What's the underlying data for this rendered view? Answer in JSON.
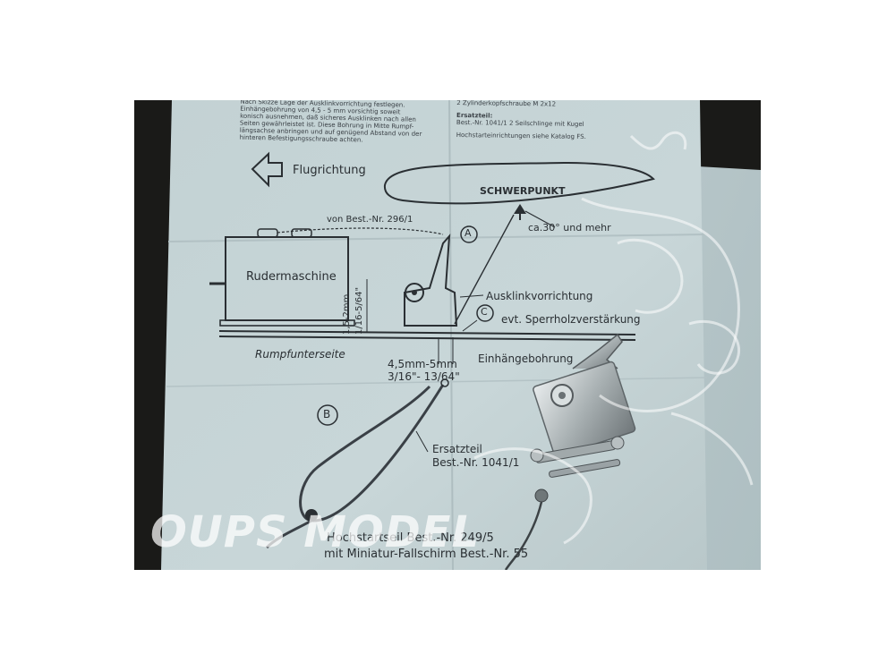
{
  "photo": {
    "subject": "photo of instruction sheet with release hook hardware"
  },
  "instructions_left": [
    "Nach Skizze Lage der Ausklinkvorrichtung festlegen.",
    "Einhängebohrung von 4,5 - 5 mm vorsichtig soweit",
    "konisch ausnehmen, daß sicheres Ausklinken nach allen",
    "Seiten gewährleistet ist. Diese Bohrung in Mitte Rumpf-",
    "längsachse anbringen und auf genügend Abstand von der",
    "hinteren Befestigungsschraube achten."
  ],
  "instructions_right": {
    "items": [
      "2  Zylinderkopfschraube M 2x12"
    ],
    "spare_heading": "Ersatzteil:",
    "spare_line": "Best.-Nr. 1041/1       2 Seilschlinge mit Kugel",
    "footer": "Hochstarteinrichtungen siehe Katalog FS."
  },
  "diagram": {
    "flight_direction": "Flugrichtung",
    "center_of_gravity": "SCHWERPUNKT",
    "angle": "ca.30° und mehr",
    "from_order": "von Best.-Nr. 296/1",
    "servo": "Rudermaschine",
    "marker_a": "A",
    "marker_b": "B",
    "marker_c": "C",
    "dim_mm": "1,5-2mm",
    "dim_in": "1/16-5/64\"",
    "release": "Ausklinkvorrichtung",
    "plywood": "evt. Sperrholzverstärkung",
    "fuselage": "Rumpfunterseite",
    "hole": "Einhängebohrung",
    "hole_mm": "4,5mm-5mm",
    "hole_in": "3/16\"- 13/64\"",
    "spare": "Ersatzteil",
    "spare_no": "Best.-Nr. 1041/1",
    "line1": "Hochstartseil  Best.-Nr. 249/5",
    "line2": "mit Miniatur-Fallschirm  Best.-Nr. 55"
  },
  "watermark": "OUPS MODEL",
  "colors": {
    "paper": "#c5d3d5",
    "ink": "#2a2f33",
    "background": "#1a1a18"
  }
}
